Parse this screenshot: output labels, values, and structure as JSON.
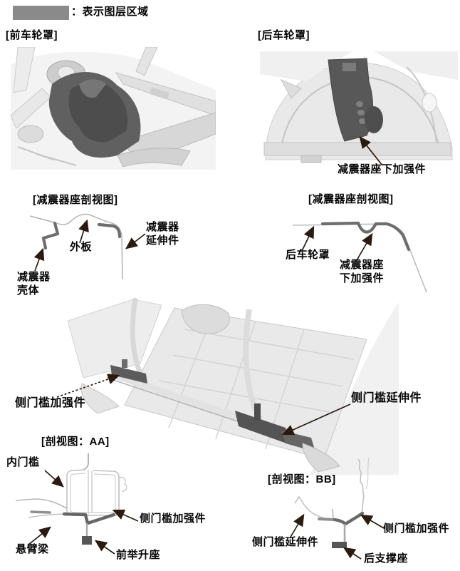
{
  "legend": {
    "label": "：表示图层区域",
    "swatch_color": "#8a8a8a"
  },
  "front_wheelhouse": {
    "title": "[前车轮罩]"
  },
  "rear_wheelhouse": {
    "title": "[后车轮罩]",
    "callout": "减震器座下加强件"
  },
  "front_damper_section": {
    "title": "[减震器座剖视图]",
    "outer_panel": "外板",
    "damper_extension": "减震器\n延伸件",
    "damper_housing": "减震器\n壳体"
  },
  "rear_damper_section": {
    "title": "[减震器座剖视图]",
    "rear_wheelhouse": "后车轮罩",
    "damper_base_stiffener": "减震器座\n下加强件"
  },
  "body_overview": {
    "sill_stiffener": "侧门槛加强件",
    "sill_extension": "侧门槛延伸件"
  },
  "section_aa": {
    "title": "[剖视图：AA]",
    "inner_sill": "内门槛",
    "sill_stiffener": "侧门槛加强件",
    "outrigger": "悬臂梁",
    "front_jack_point": "前举升座"
  },
  "section_bb": {
    "title": "[剖视图：BB]",
    "sill_stiffener": "侧门槛加强件",
    "sill_extension": "侧门槛延伸件",
    "rear_support": "后支撑座"
  },
  "colors": {
    "layer_highlight_dark": "#565656",
    "thin_line": "#b8b8b8",
    "thick_highlight": "#6e6e6e",
    "arrow": "#2b1a10",
    "text": "#050505"
  }
}
